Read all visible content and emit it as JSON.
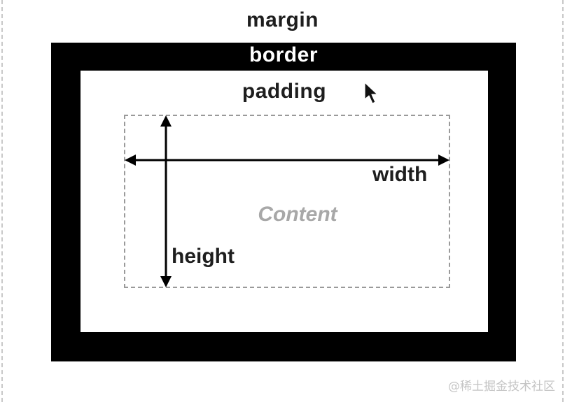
{
  "diagram": {
    "margin_label": "margin",
    "border_label": "border",
    "padding_label": "padding",
    "content_label": "Content",
    "width_label": "width",
    "height_label": "height"
  },
  "watermark": {
    "text": "@稀土掘金技术社区"
  },
  "colors": {
    "border": "#000000",
    "label": "#1e1e1e",
    "content_text": "#a8a8a8",
    "dashed_line": "#9a9a9a"
  },
  "icons": {
    "cursor": "mouse-pointer-icon"
  }
}
